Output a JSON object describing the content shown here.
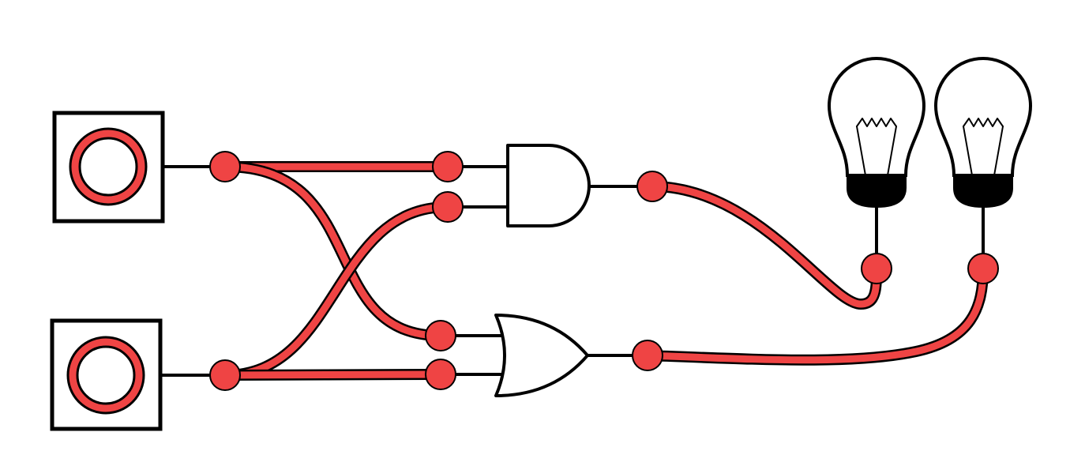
{
  "colors": {
    "signal_on": "#ef4444",
    "outline": "#000000",
    "background": "#ffffff"
  },
  "inputs": [
    {
      "id": "switch-a",
      "icon": "toggle-switch-icon",
      "state": "on"
    },
    {
      "id": "switch-b",
      "icon": "toggle-switch-icon",
      "state": "on"
    }
  ],
  "gates": [
    {
      "id": "and-gate",
      "type": "AND",
      "inputs": [
        "switch-a",
        "switch-b"
      ]
    },
    {
      "id": "or-gate",
      "type": "OR",
      "inputs": [
        "switch-a",
        "switch-b"
      ]
    }
  ],
  "outputs": [
    {
      "id": "bulb-1",
      "icon": "light-bulb-icon",
      "source": "and-gate",
      "state": "off"
    },
    {
      "id": "bulb-2",
      "icon": "light-bulb-icon",
      "source": "or-gate",
      "state": "off"
    }
  ],
  "wires": [
    {
      "from": "switch-a",
      "to": "and-gate",
      "active": true
    },
    {
      "from": "switch-a",
      "to": "or-gate",
      "active": true
    },
    {
      "from": "switch-b",
      "to": "and-gate",
      "active": true
    },
    {
      "from": "switch-b",
      "to": "or-gate",
      "active": true
    },
    {
      "from": "and-gate",
      "to": "bulb-1",
      "active": true
    },
    {
      "from": "or-gate",
      "to": "bulb-2",
      "active": true
    }
  ]
}
